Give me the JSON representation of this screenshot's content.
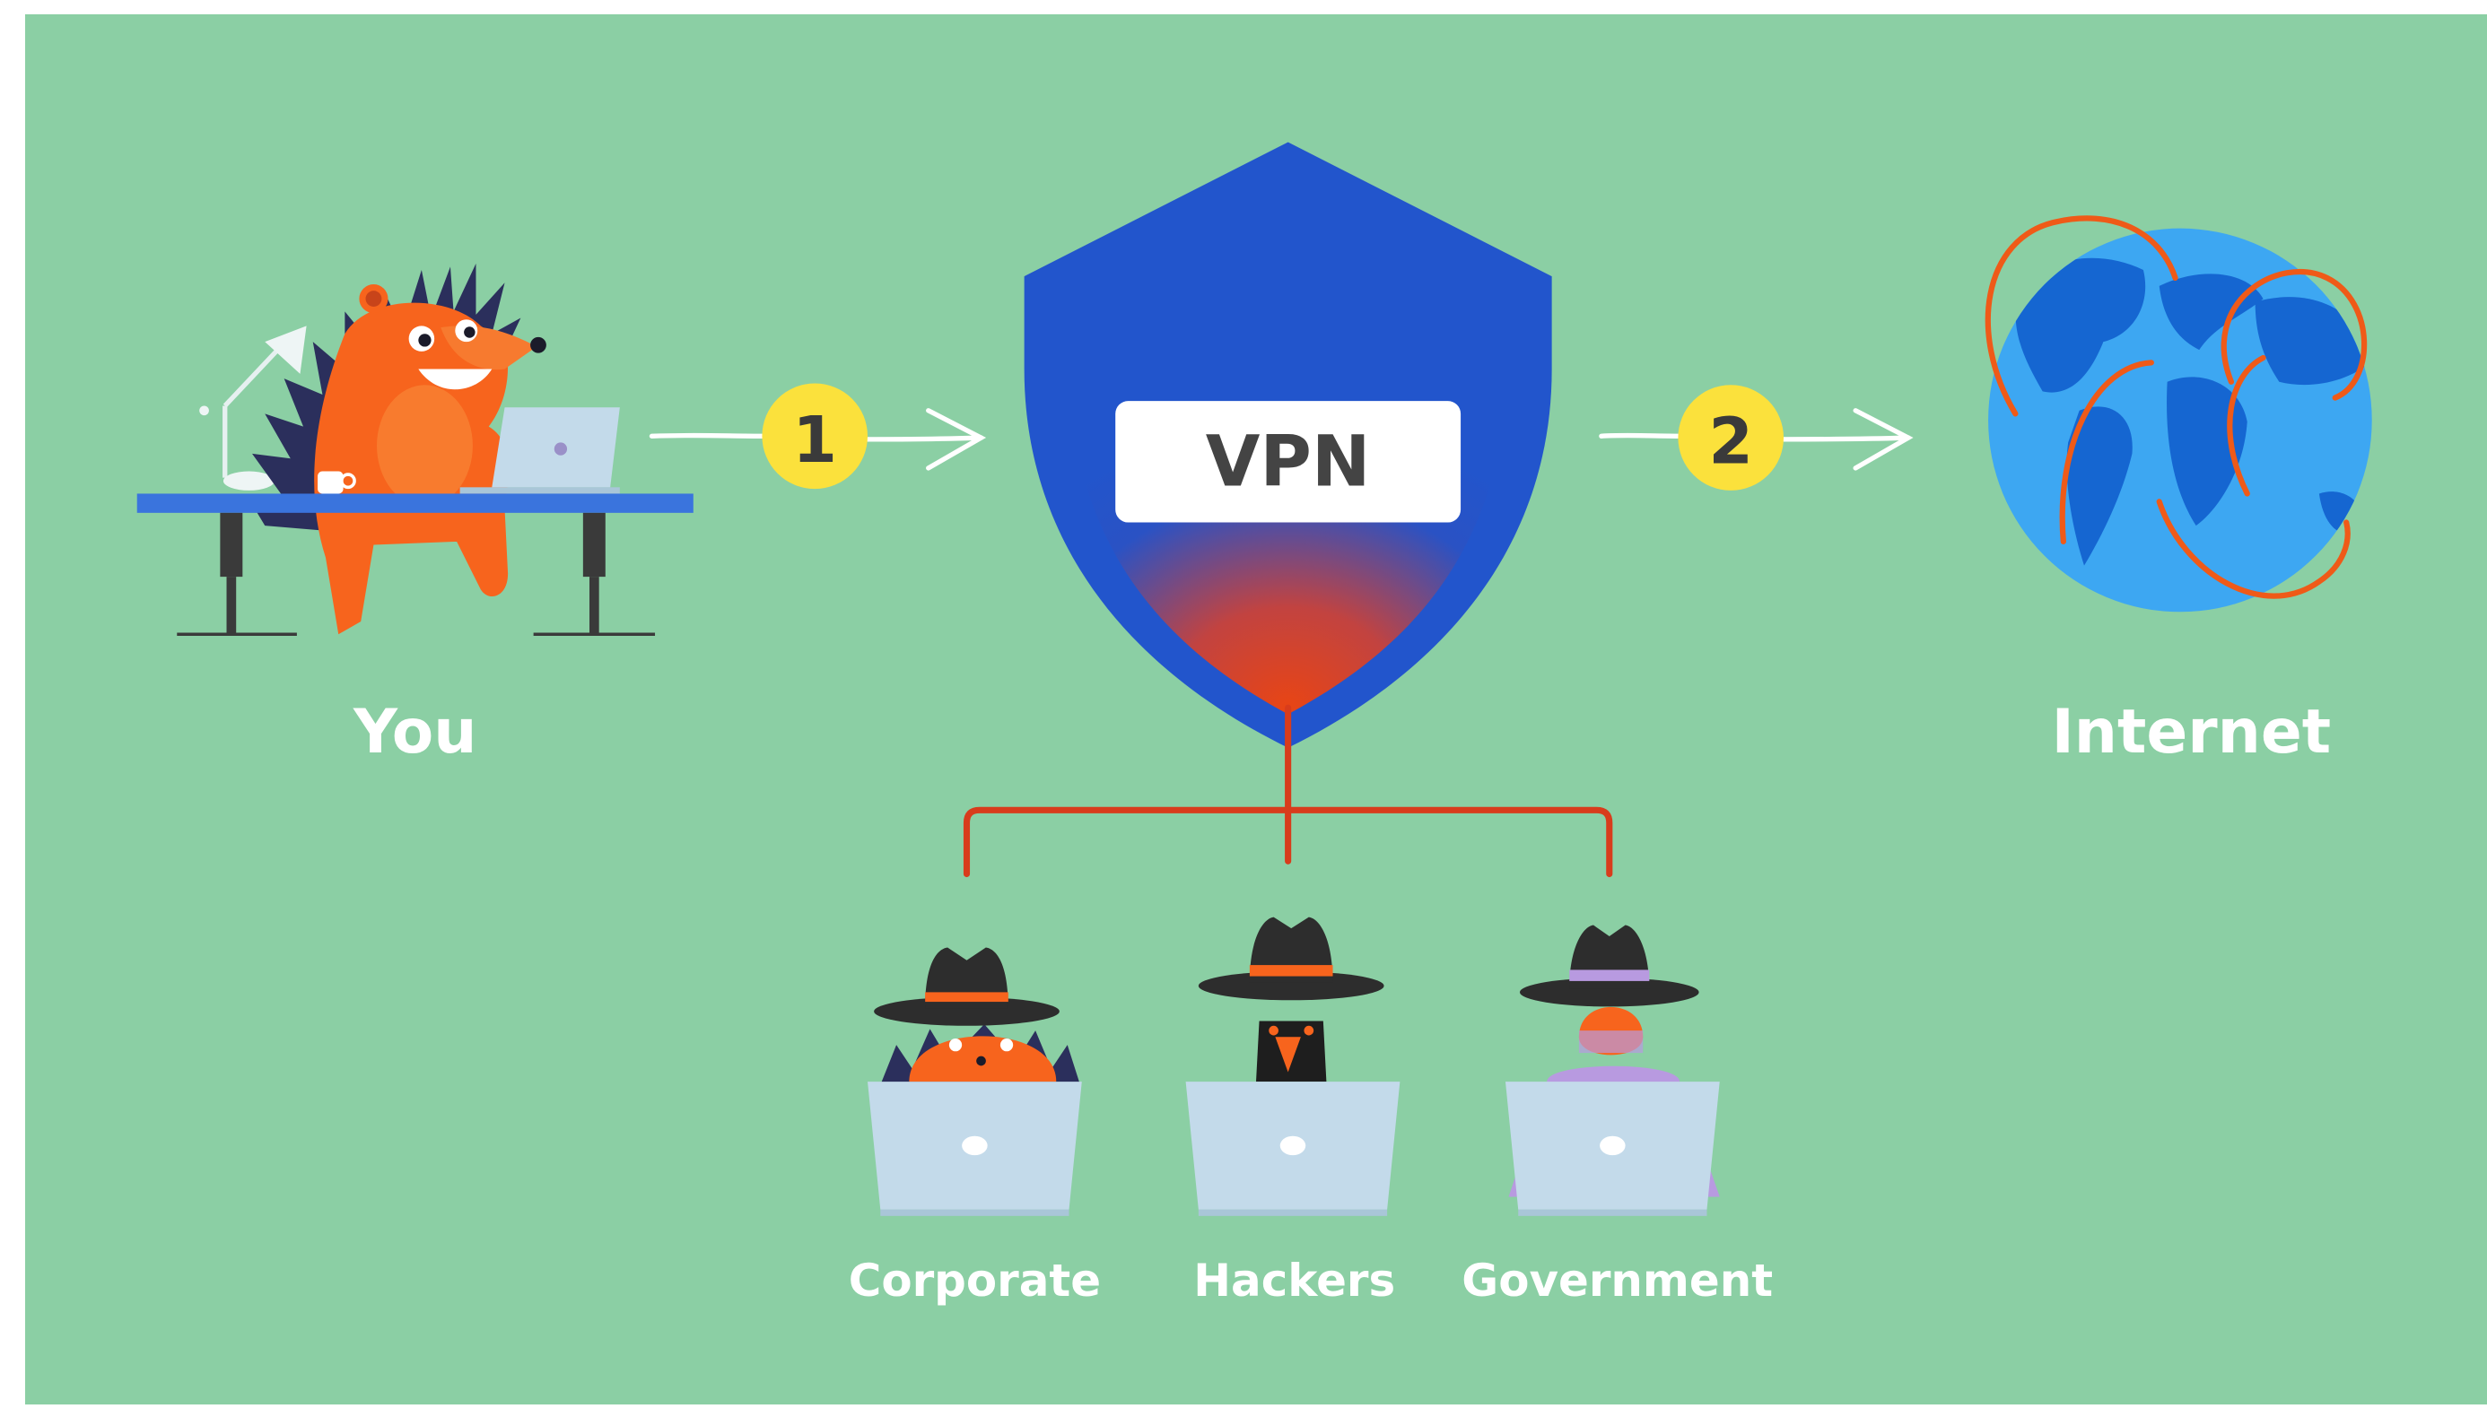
{
  "labels": {
    "you": "You",
    "vpn": "VPN",
    "internet": "Internet",
    "corporate": "Corporate",
    "hackers": "Hackers",
    "government": "Government"
  },
  "steps": {
    "step1": "1",
    "step2": "2"
  },
  "colors": {
    "background": "#8bcfa4",
    "shield_blue": "#2255cc",
    "shield_red": "#e04a1e",
    "step_badge": "#fbe13c",
    "arrow": "#ffffff",
    "branch_line": "#d83c1c",
    "globe_ocean": "#3da7f2",
    "globe_land": "#1566d1",
    "orbit_orange": "#ef5a18",
    "laptop": "#c3daea",
    "character_orange": "#f7641d",
    "spines": "#2b2f5c"
  },
  "icons": {
    "you": "hedgehog-at-desk-icon",
    "vpn": "shield-icon",
    "internet": "globe-icon",
    "corporate": "spy-hedgehog-laptop-icon",
    "hackers": "spy-dog-laptop-icon",
    "government": "spy-agent-laptop-icon"
  }
}
